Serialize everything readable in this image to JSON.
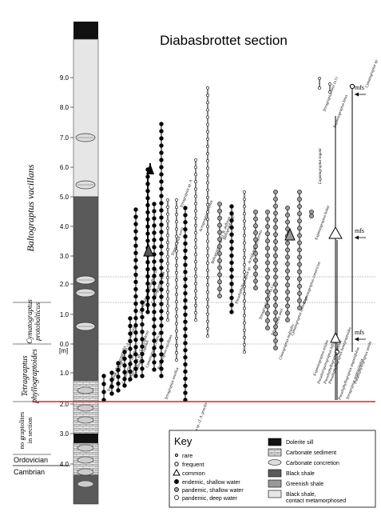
{
  "title": "Diabasbrottet section",
  "mfs_label": "mfs",
  "unit_label": "[m]",
  "scale_labels": [
    "9.0",
    "8.0",
    "7.0",
    "6.0",
    "5.0",
    "4.0",
    "3.0",
    "2.0",
    "1.0",
    "0.0",
    "1.0",
    "2.0",
    "3.0",
    "4.0"
  ],
  "zones": {
    "vacillans": "Baltograptus vacillans",
    "protobalticus": "Cymatograptus protobalticus",
    "phyllograptoides": "Tetragraptus phyllograptoides",
    "no_graptolites": "no graptolites in section",
    "ordovician": "Ordovician",
    "cambrian": "Cambrian"
  },
  "key": {
    "title": "Key",
    "abundance": [
      "rare",
      "frequent",
      "common"
    ],
    "ecology": [
      "endemic, shallow water",
      "pandemic, shallow water",
      "pandemic, deep water"
    ],
    "lithology": [
      "Dolerite sill",
      "Carbonate sediment",
      "Carbonate concretion",
      "Black shale",
      "Greenish shale",
      "Black shale, contact metamorphosed"
    ]
  },
  "species": [
    "Tetragraptus phyllograptoides",
    "Cymatograptus sp. cf. C. demissus",
    "Cymatograptus demissus",
    "Cymatograptus sp. cf. C. rigoletto",
    "Cymatograptus aquilus",
    "Cymatograptus protobalticus",
    "Cymatograptus balticus",
    "Cymatograptus sp. B",
    "Baltograptus vacillans",
    "Tetragraptus tenellus",
    "Tetragraptus serra",
    "Tetragraptus sp. A",
    "Acrograptus sp. cf. A. gracilis",
    "Acrograptus pusillus",
    "Baltograptus sp. cf. B. deflexus",
    "Baltograptus sp.",
    "Pseudophyllograptus sp.",
    "Acrograptus filiformis",
    "Tetragraptus amii (s.l.)",
    "Tetragraptus amii",
    "Clonograptus multiplex",
    "Cymatograptus undulatus",
    "Expansograptus constrictus",
    "Expansograptus holmi",
    "Tetragraptus amii (s.l.)",
    "Expansograptus latus",
    "Pendeograptus sp.",
    "Tetragraptus varus",
    "Didymograptus ocellatus",
    "Baltograptus megistus",
    "Sinograptus micro",
    "Tetragraptus bigsbyi",
    "Tetragraptus hunnesi",
    "Loganograptus logani",
    "Expansograptus nitidus",
    "Pseudotrigonograptus bifidus",
    "Pseudophyllograptus densus",
    "Pseudophyllograptus hemigraptoides",
    "Pseudophyllograptus angustifolius",
    "Tetragraptus approximatus",
    "Pseudophyllograptus smithi",
    "Cymatograptus sp.",
    "Acrograptus sp."
  ]
}
